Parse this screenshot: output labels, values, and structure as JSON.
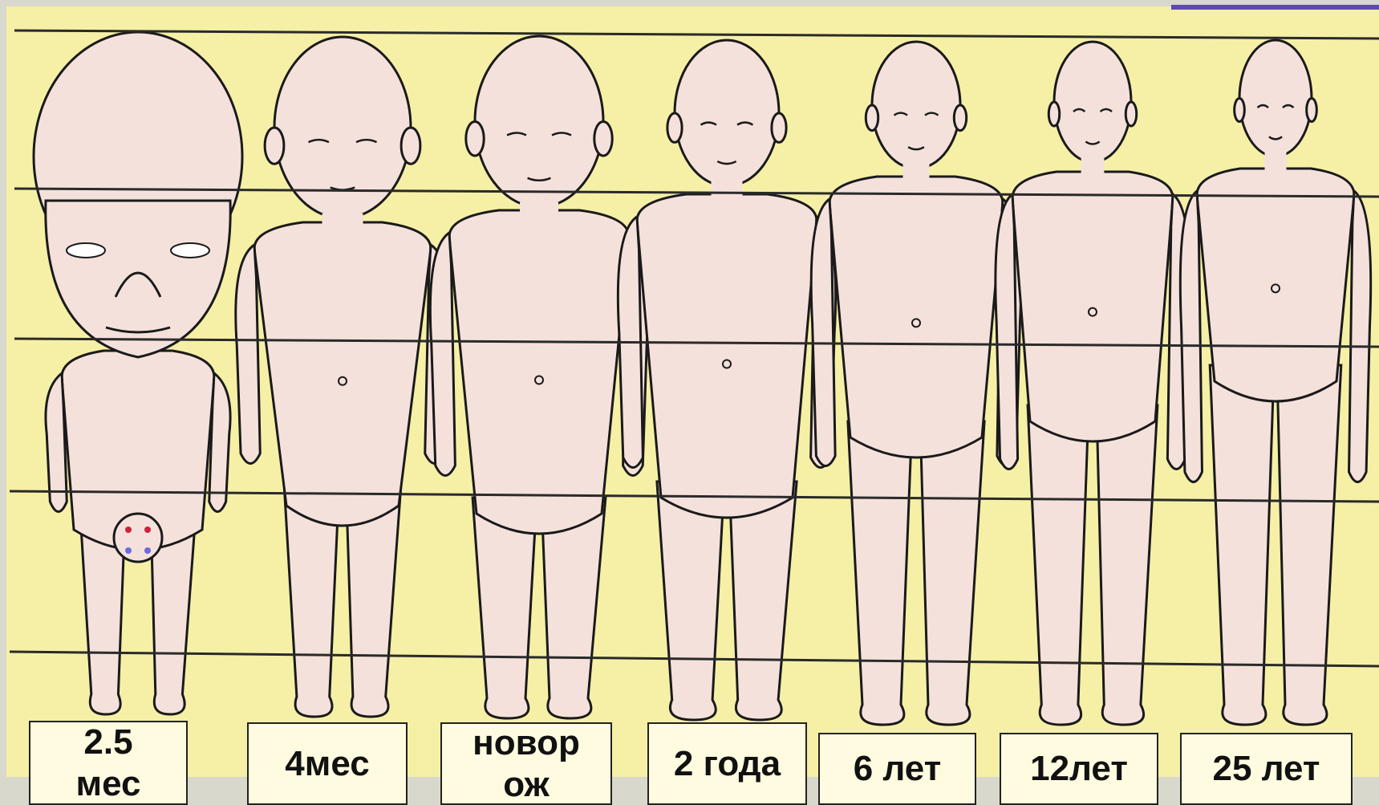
{
  "figure": {
    "background_color": "#f5f0a6",
    "skin_color": "#f5e1dc",
    "outline_color": "#1a1a1a",
    "frame_color": "#d8d8cc",
    "guideline_count": 5
  },
  "stages": [
    {
      "label": "2.5 мес",
      "lines": [
        "2.5",
        "мес"
      ]
    },
    {
      "label": "4мес",
      "lines": [
        "4мес"
      ]
    },
    {
      "label": "новор ож",
      "lines": [
        "новор",
        "ож"
      ]
    },
    {
      "label": "2 года",
      "lines": [
        "2 года"
      ]
    },
    {
      "label": "6 лет",
      "lines": [
        "6 лет"
      ]
    },
    {
      "label": "12лет",
      "lines": [
        "12лет"
      ]
    },
    {
      "label": "25 лет",
      "lines": [
        "25 лет"
      ]
    }
  ]
}
